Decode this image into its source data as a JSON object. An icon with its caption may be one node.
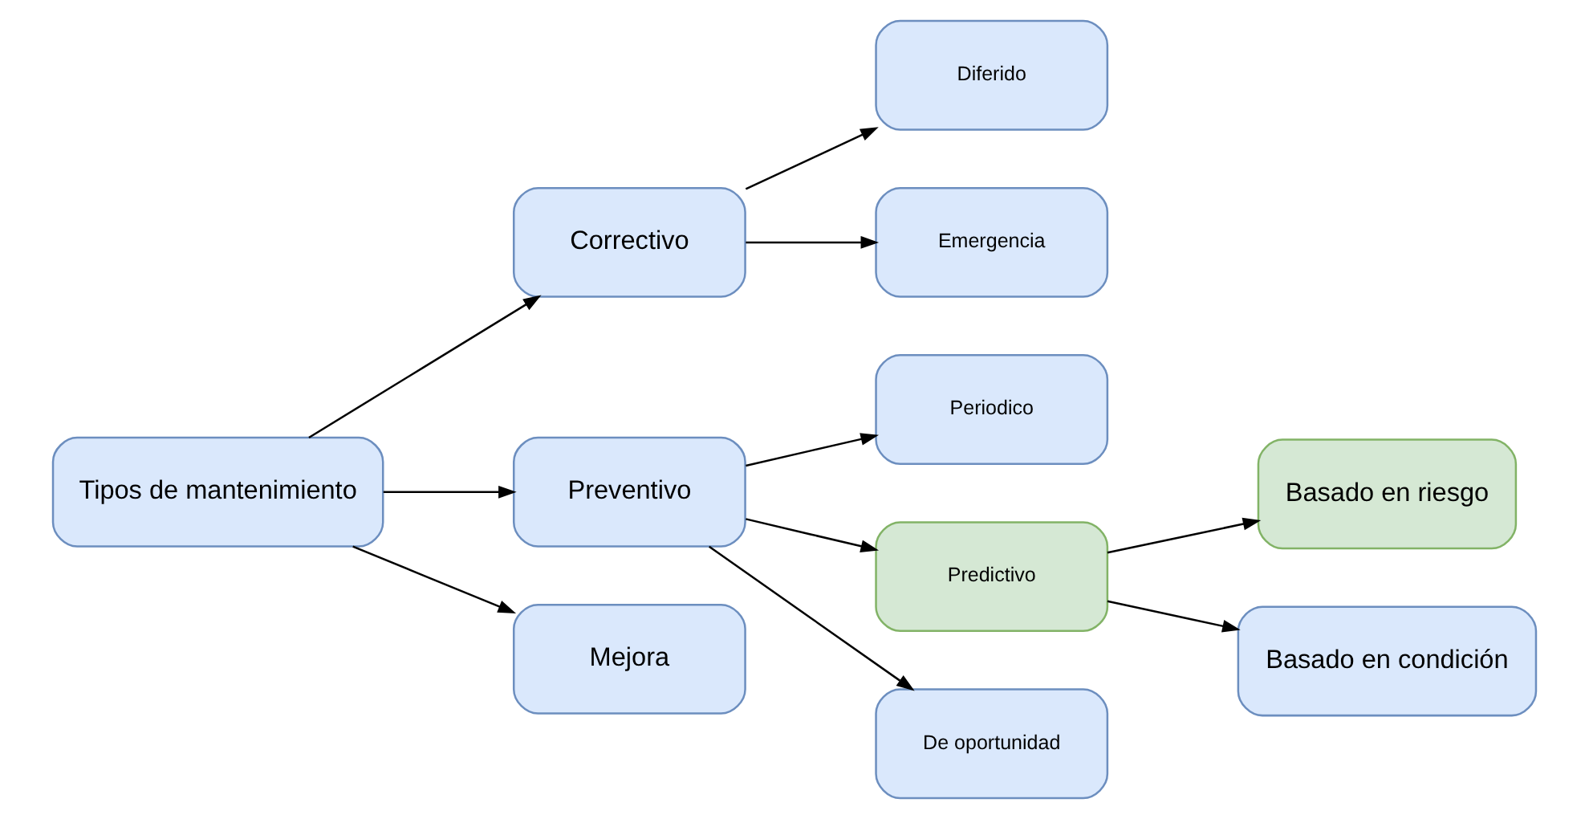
{
  "diagram": {
    "nodes": [
      {
        "text": [
          "Tipos de mantenimiento"
        ]
      },
      {
        "text": [
          "Correctivo"
        ]
      },
      {
        "text": [
          "Preventivo"
        ]
      },
      {
        "text": [
          "Mejora"
        ]
      },
      {
        "text": [
          "Diferido"
        ]
      },
      {
        "text": [
          "Emergencia"
        ]
      },
      {
        "text": [
          "Periodico"
        ]
      },
      {
        "text": [
          "Predictivo"
        ]
      },
      {
        "text": [
          "De oportunidad"
        ]
      },
      {
        "text": [
          "Basado en riesgo"
        ]
      },
      {
        "text": [
          "Basado en condición"
        ]
      }
    ],
    "edges": [
      {
        "from": 0,
        "to": 1,
        "arrow": "to"
      },
      {
        "from": 0,
        "to": 2,
        "arrow": "to"
      },
      {
        "from": 0,
        "to": 3,
        "arrow": "to"
      },
      {
        "from": 1,
        "to": 4,
        "arrow": "to"
      },
      {
        "from": 1,
        "to": 5,
        "arrow": "to"
      },
      {
        "from": 2,
        "to": 6,
        "arrow": "to"
      },
      {
        "from": 2,
        "to": 7,
        "arrow": "to"
      },
      {
        "from": 2,
        "to": 8,
        "arrow": "to"
      },
      {
        "from": 7,
        "to": 9,
        "arrow": "to"
      },
      {
        "from": 7,
        "to": 10,
        "arrow": "to"
      }
    ]
  }
}
